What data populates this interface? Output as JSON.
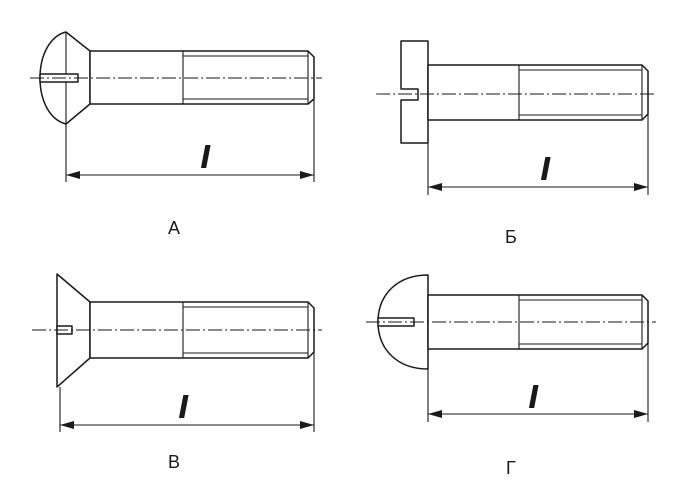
{
  "figures": [
    {
      "id": "A",
      "caption": "А",
      "head": "raised-countersunk-slotted",
      "dimension": "l"
    },
    {
      "id": "B",
      "caption": "Б",
      "head": "cheese-slotted",
      "dimension": "l"
    },
    {
      "id": "V",
      "caption": "В",
      "head": "countersunk-slotted",
      "dimension": "l"
    },
    {
      "id": "G",
      "caption": "Г",
      "head": "round-slotted",
      "dimension": "l"
    }
  ],
  "colors": {
    "line": "#1a1a1a",
    "background": "#ffffff"
  }
}
